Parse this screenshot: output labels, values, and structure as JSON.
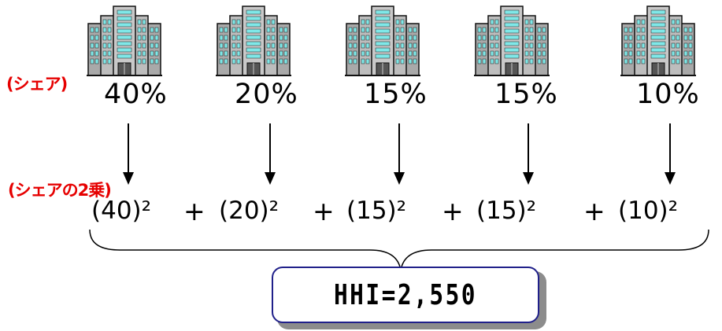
{
  "labels": {
    "share": "(シェア)",
    "share_squared": "(シェアの2乗)"
  },
  "firms": [
    {
      "share": "40%",
      "term": "(40)²",
      "icon": "office-building-icon"
    },
    {
      "share": "20%",
      "term": "(20)²",
      "icon": "office-building-icon"
    },
    {
      "share": "15%",
      "term": "(15)²",
      "icon": "office-building-icon"
    },
    {
      "share": "15%",
      "term": "(15)²",
      "icon": "office-building-icon"
    },
    {
      "share": "10%",
      "term": "(10)²",
      "icon": "office-building-icon"
    }
  ],
  "operator": "+",
  "result": "HHI=2,550",
  "colors": {
    "label_red": "#e60000",
    "box_border": "#20208a",
    "building_gray": "#9a9a9a",
    "building_window": "#7fe8e8"
  }
}
